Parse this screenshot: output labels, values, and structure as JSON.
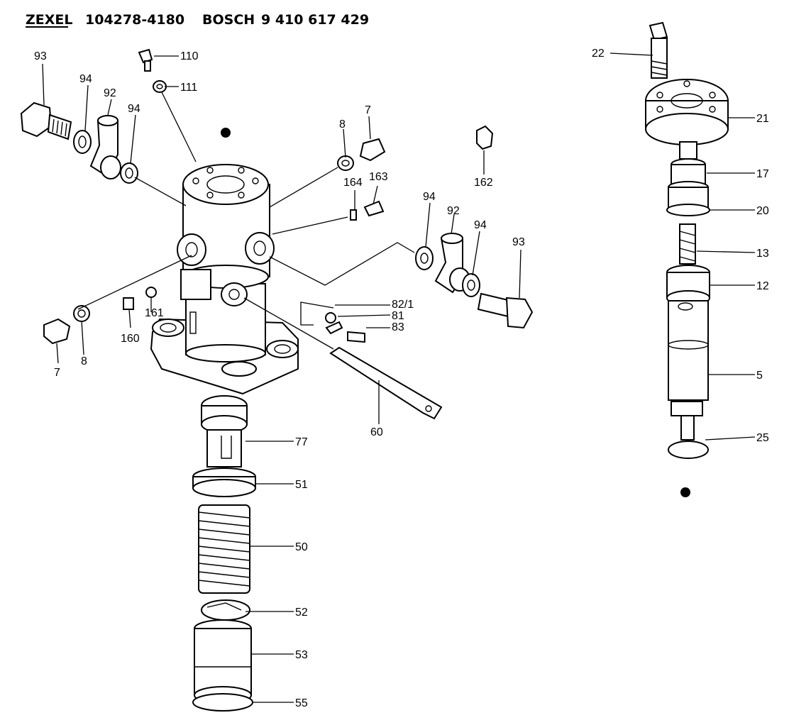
{
  "header": {
    "zexel_brand": "ZEXEL",
    "zexel_part_no": "104278-4180",
    "bosch_brand": "BOSCH",
    "bosch_part_no": "9 410 617 429"
  },
  "labels": {
    "p93_left": "93",
    "p94_left_a": "94",
    "p92_left": "92",
    "p94_left_b": "94",
    "p110": "110",
    "p111": "111",
    "p8_top": "8",
    "p7_top": "7",
    "p164": "164",
    "p163": "163",
    "p162": "162",
    "p94_right_a": "94",
    "p92_right": "92",
    "p94_right_b": "94",
    "p93_right": "93",
    "p82_1": "82/1",
    "p81": "81",
    "p83": "83",
    "p161": "161",
    "p160": "160",
    "p7_bottom": "7",
    "p8_bottom": "8",
    "p60": "60",
    "p77": "77",
    "p51": "51",
    "p50": "50",
    "p52": "52",
    "p53": "53",
    "p55": "55",
    "p22": "22",
    "p21": "21",
    "p17": "17",
    "p20": "20",
    "p13": "13",
    "p12": "12",
    "p5": "5",
    "p25": "25"
  }
}
